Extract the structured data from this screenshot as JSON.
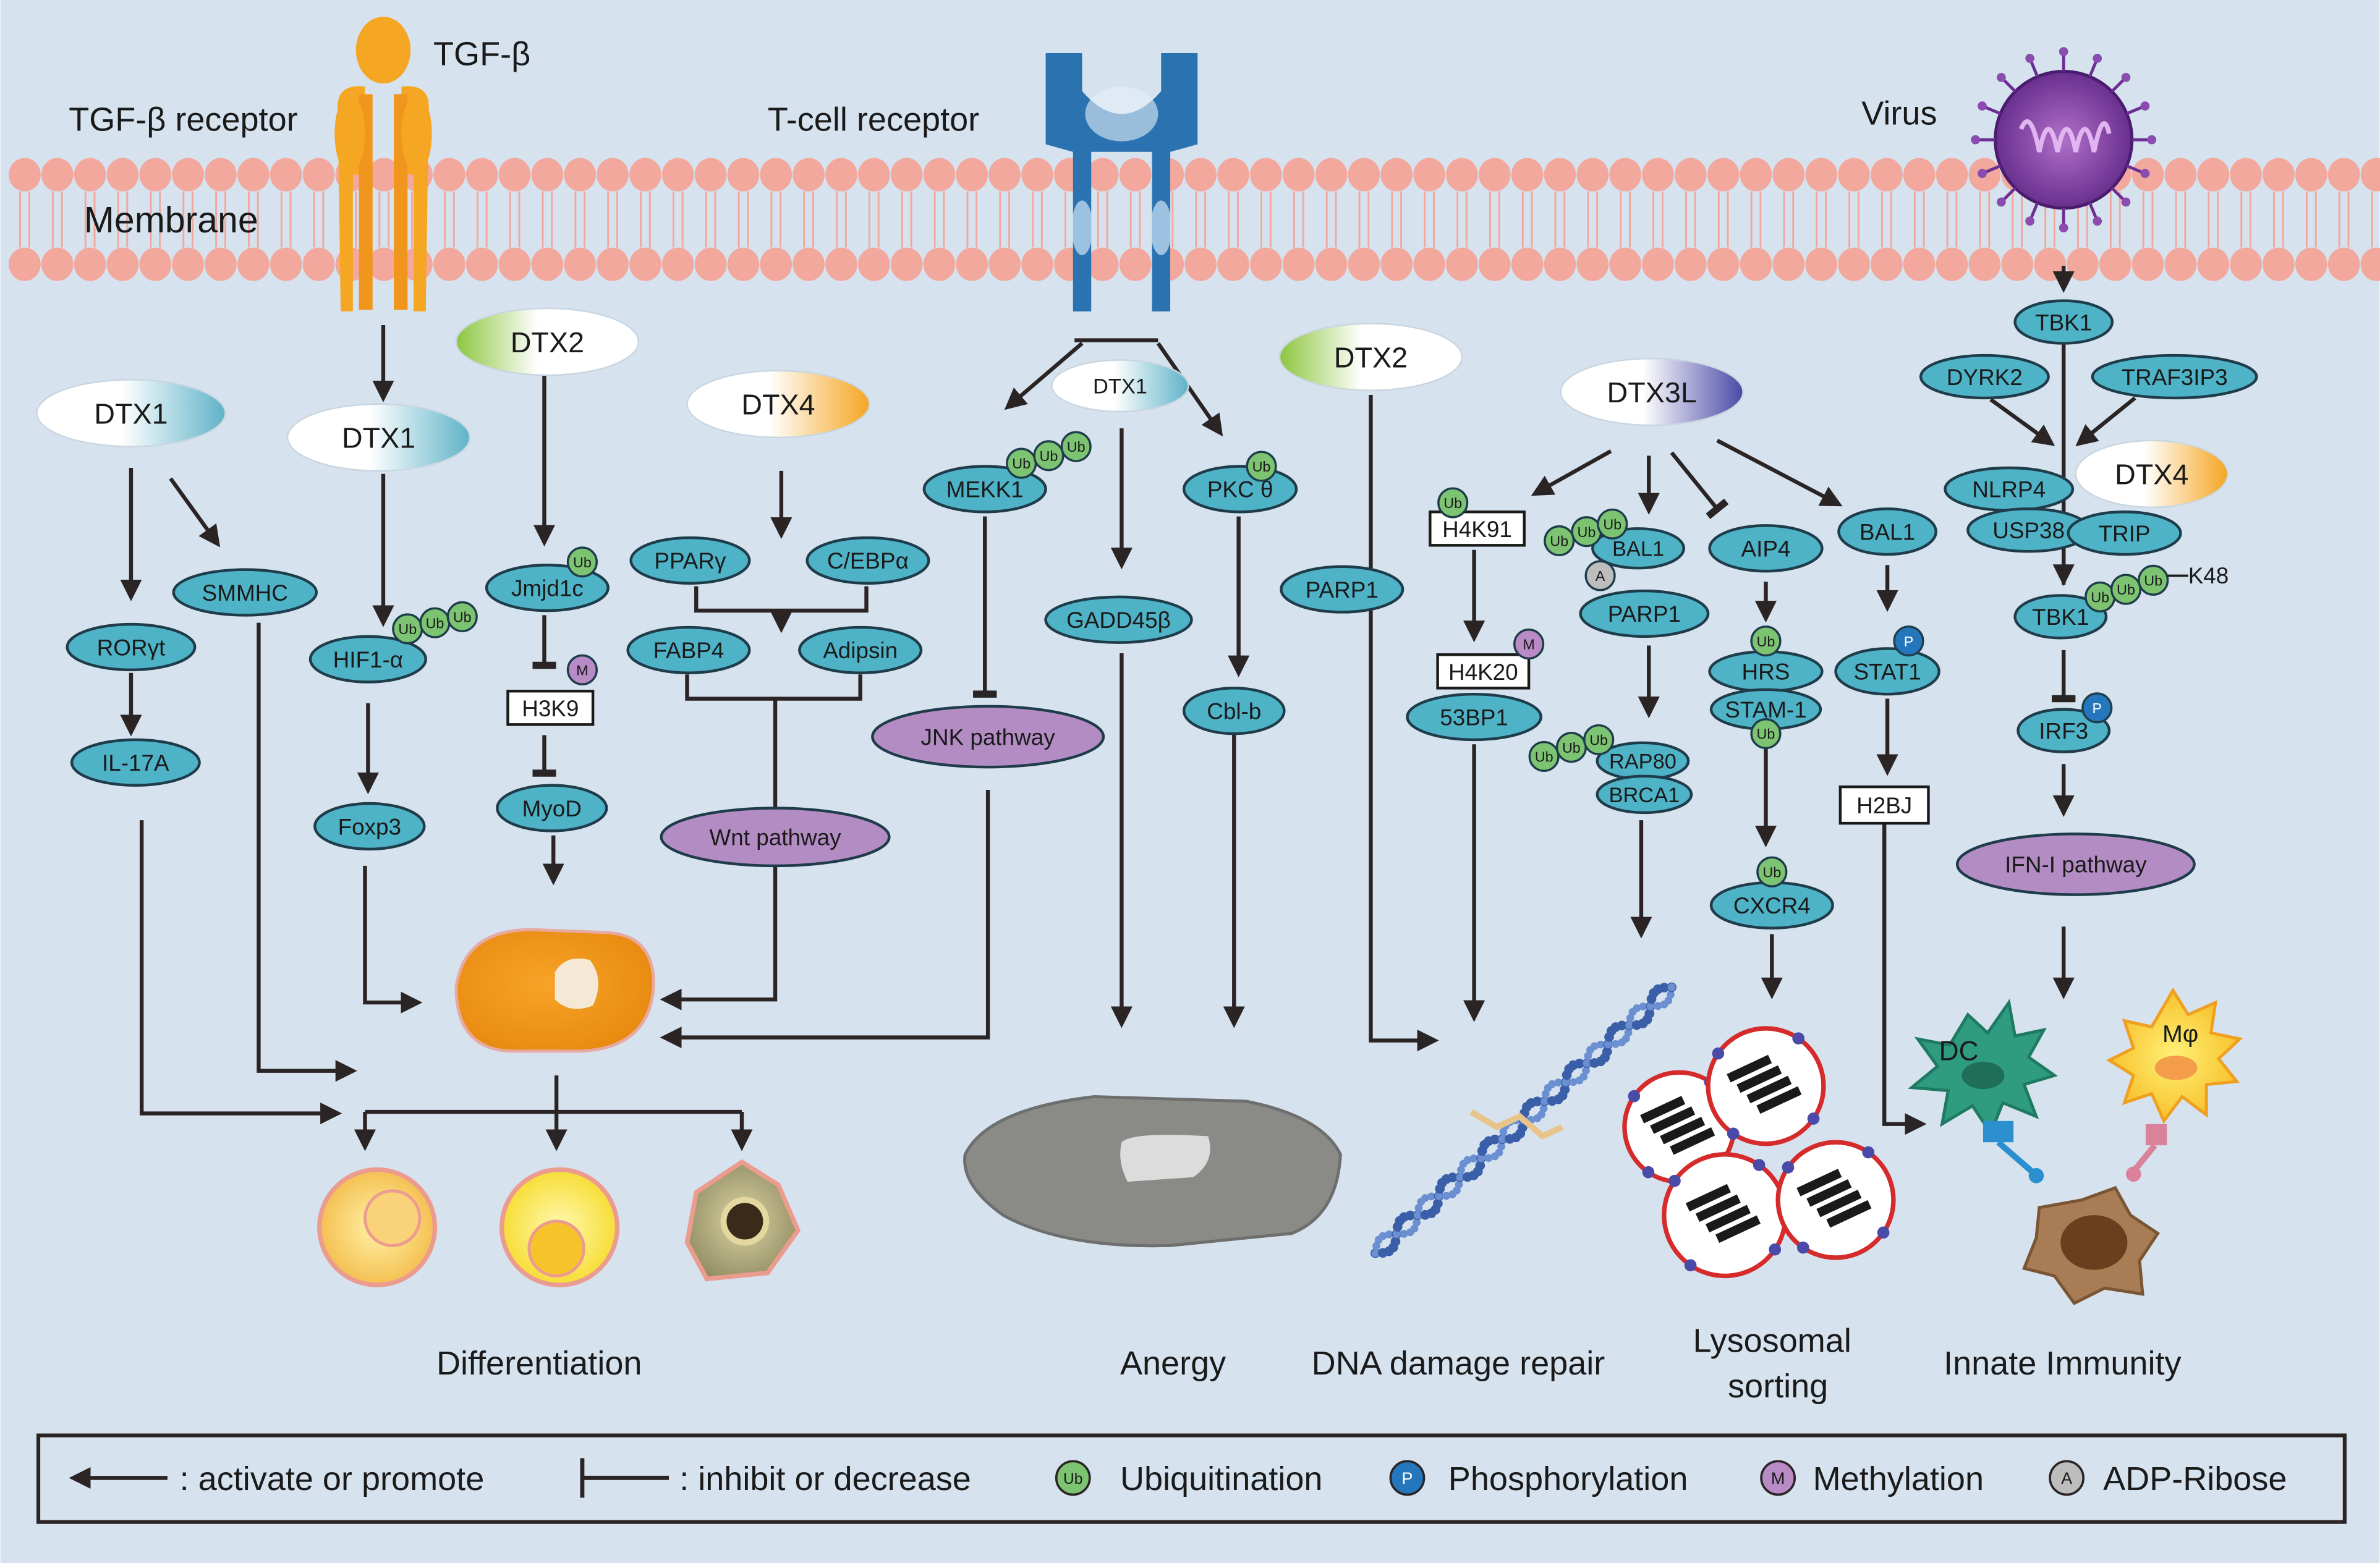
{
  "colors": {
    "background": "#d6e3ef",
    "membrane_bead": "#f2a89c",
    "protein_fill": "#4fb3c8",
    "protein_stroke": "#1f3c4a",
    "pathway_fill": "#b48cc4",
    "ubiquitin": "#7dc472",
    "phosphate": "#2577bd",
    "methyl": "#b88ac6",
    "adp_ribose": "#bdbdbd",
    "tgf_receptor": "#f5a623",
    "tcr": "#2b73b0",
    "arrow": "#2b2424"
  },
  "top": {
    "tgf_beta": "TGF-β",
    "tgf_receptor": "TGF-β receptor",
    "membrane": "Membrane",
    "tcr": "T-cell receptor",
    "virus": "Virus"
  },
  "nodes": {
    "dtx1_a": "DTX1",
    "dtx1_b": "DTX1",
    "dtx2_a": "DTX2",
    "dtx4_a": "DTX4",
    "dtx1_c": "DTX1",
    "dtx2_b": "DTX2",
    "dtx3l": "DTX3L",
    "dtx4_b": "DTX4",
    "rorgt": "RORγt",
    "smmhc": "SMMHC",
    "il17a": "IL-17A",
    "hif1a": "HIF1-α",
    "foxp3": "Foxp3",
    "jmjd1c": "Jmjd1c",
    "h3k9": "H3K9",
    "myod": "MyoD",
    "ppary": "PPARγ",
    "cebpa": "C/EBPα",
    "fabp4": "FABP4",
    "adipsin": "Adipsin",
    "wnt": "Wnt pathway",
    "mekk1": "MEKK1",
    "jnk": "JNK pathway",
    "gadd45b": "GADD45β",
    "pkct": "PKC θ",
    "cblb": "Cbl-b",
    "parp1_a": "PARP1",
    "h4k91": "H4K91",
    "h4k20": "H4K20",
    "53bp1": "53BP1",
    "bal1_a": "BAL1",
    "parp1_b": "PARP1",
    "rap80": "RAP80",
    "brca1": "BRCA1",
    "aip4": "AIP4",
    "hrs": "HRS",
    "stam1": "STAM-1",
    "cxcr4": "CXCR4",
    "bal1_b": "BAL1",
    "stat1": "STAT1",
    "h2bj": "H2BJ",
    "tbk1_a": "TBK1",
    "dyrk2": "DYRK2",
    "traf3ip3": "TRAF3IP3",
    "nlrp4": "NLRP4",
    "usp38": "USP38",
    "trip": "TRIP",
    "tbk1_b": "TBK1",
    "k48": "K48",
    "irf3": "IRF3",
    "ifn": "IFN-I pathway",
    "dc": "DC",
    "mphi": "Mφ"
  },
  "marks": {
    "ub": "Ub",
    "p": "P",
    "m": "M",
    "a": "A"
  },
  "outcomes": {
    "differentiation": "Differentiation",
    "anergy": "Anergy",
    "dna_repair": "DNA damage repair",
    "lyso_1": "Lysosomal",
    "lyso_2": "sorting",
    "innate": "Innate Immunity"
  },
  "legend": {
    "activate": ": activate or promote",
    "inhibit": ": inhibit or decrease",
    "ub": "Ub",
    "ubiquitination": "Ubiquitination",
    "p": "P",
    "phosphorylation": "Phosphorylation",
    "m": "M",
    "methylation": "Methylation",
    "a": "A",
    "adp_ribose": "ADP-Ribose"
  }
}
